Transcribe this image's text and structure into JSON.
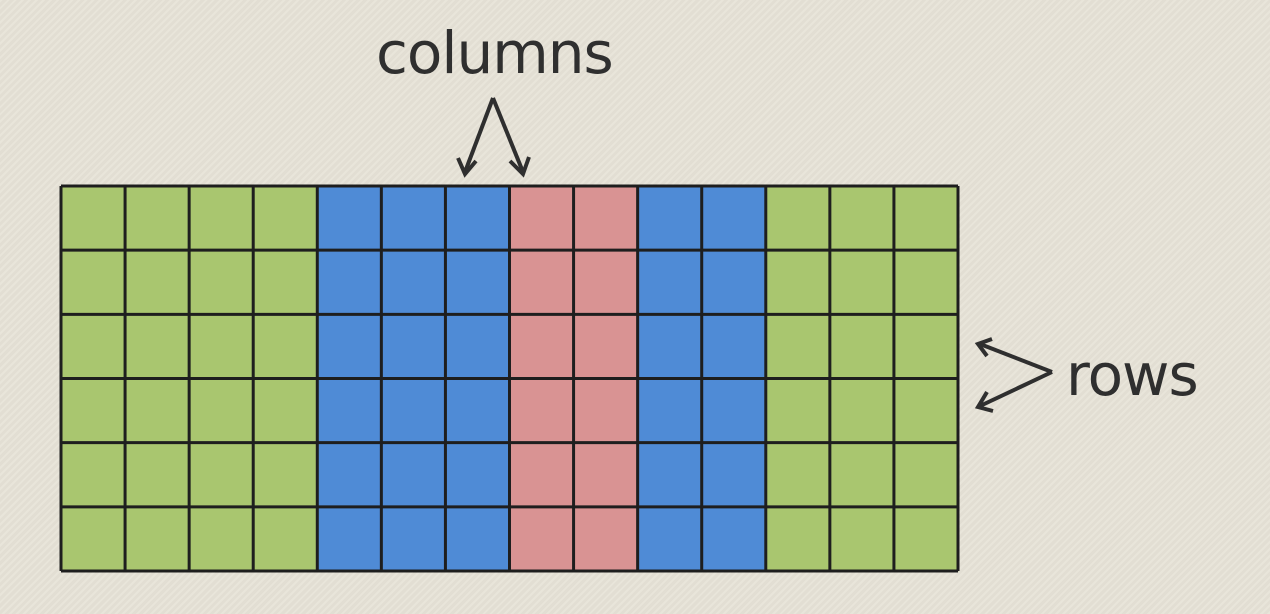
{
  "labels": {
    "columns": "columns",
    "rows": "rows"
  },
  "grid": {
    "row_count": 6,
    "column_colors": [
      "green",
      "green",
      "green",
      "green",
      "blue",
      "blue",
      "blue",
      "red",
      "red",
      "blue",
      "blue",
      "green",
      "green",
      "green"
    ]
  },
  "colors": {
    "green": "#a9c66f",
    "blue": "#4f8bd6",
    "red": "#d99393",
    "line": "#1e1e1e",
    "arrow": "#2f2f2f"
  }
}
